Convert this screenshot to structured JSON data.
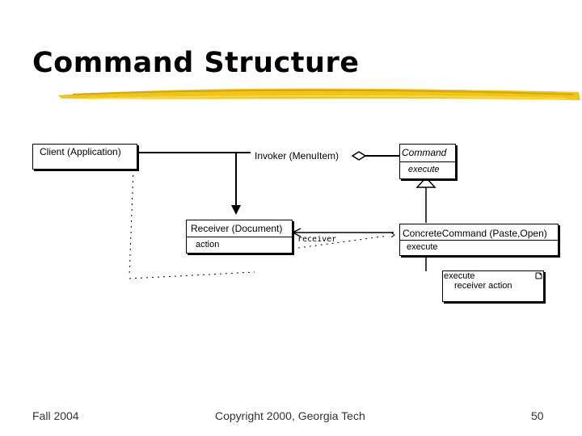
{
  "slide": {
    "title": "Command Structure",
    "footer_left": "Fall 2004",
    "footer_center": "Copyright 2000, Georgia Tech",
    "page_number": "50"
  },
  "diagram": {
    "client": {
      "label": "Client (Application)"
    },
    "invoker": {
      "label": "Invoker (MenuItem)"
    },
    "command": {
      "name": "Command",
      "operation": "execute"
    },
    "receiver": {
      "name": "Receiver (Document)",
      "operation": "action"
    },
    "concrete_command": {
      "name": "ConcreteCommand (Paste,Open)",
      "operation": "execute"
    },
    "receiver_assoc_label": "receiver",
    "note": {
      "line1": "execute",
      "line2": "receiver action"
    }
  },
  "colors": {
    "swoosh": "#f0c419",
    "swoosh_dark": "#d9a800"
  }
}
